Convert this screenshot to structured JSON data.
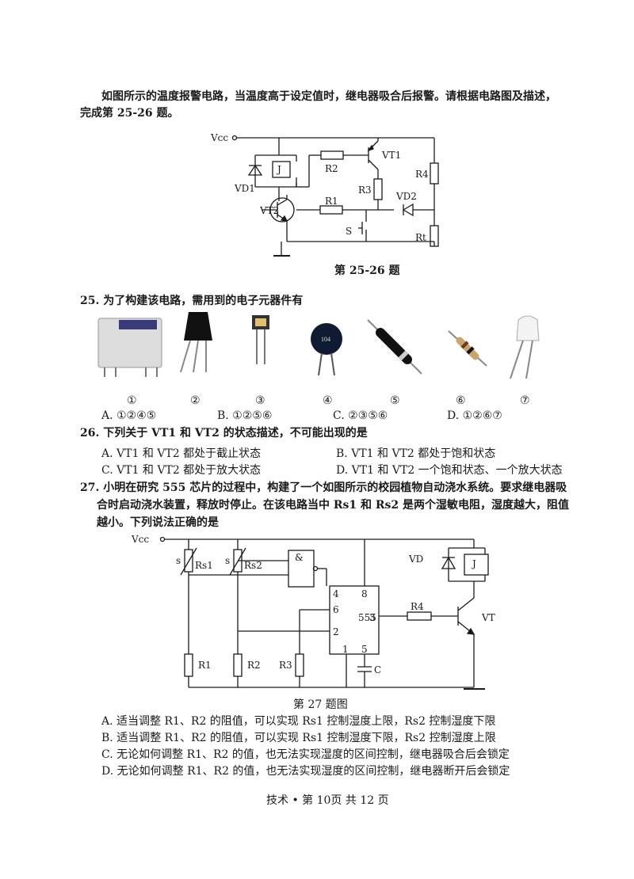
{
  "intro": {
    "line1": "如图所示的温度报警电路，当温度高于设定值时，继电器吸合后报警。请根据电路图及描述，",
    "line2": "完成第 25-26 题。"
  },
  "fig1": {
    "caption": "第 25-26 题",
    "labels": {
      "vcc": "Vcc",
      "vt1": "VT1",
      "vt2": "VT2",
      "vd1": "VD1",
      "vd2": "VD2",
      "r1": "R1",
      "r2": "R2",
      "r3": "R3",
      "r4": "R4",
      "rt": "Rt",
      "s": "S",
      "j": "J"
    }
  },
  "q25": {
    "stem": "25. 为了构建该电路，需用到的电子元器件有",
    "components": [
      "relay-icon",
      "transistor-icon",
      "thermistor-icon",
      "ceramic-capacitor-icon",
      "diode-icon",
      "resistor-icon",
      "led-icon"
    ],
    "markers": [
      "①",
      "②",
      "③",
      "④",
      "⑤",
      "⑥",
      "⑦"
    ],
    "options": [
      "A. ①②④⑤",
      "B. ①②⑤⑥",
      "C. ②③⑤⑥",
      "D. ①②⑥⑦"
    ]
  },
  "q26": {
    "stem": "26. 下列关于 VT1 和 VT2 的状态描述，不可能出现的是",
    "options": [
      "A.   VT1 和 VT2 都处于截止状态",
      "B.   VT1 和 VT2 都处于饱和状态",
      "C.   VT1 和 VT2 都处于放大状态",
      "D.   VT1 和 VT2 一个饱和状态、一个放大状态"
    ]
  },
  "q27": {
    "stem_line1": "27. 小明在研究 555 芯片的过程中，构建了一个如图所示的校园植物自动浇水系统。要求继电器吸",
    "stem_line2": "合时启动浇水装置，释放时停止。在该电路当中 Rs1 和 Rs2 是两个湿敏电阻，湿度越大，阻值",
    "stem_line3": "越小。下列说法正确的是",
    "options": [
      "A. 适当调整 R1、R2 的阻值，可以实现 Rs1 控制湿度上限，Rs2 控制湿度下限",
      "B. 适当调整 R1、R2 的阻值，可以实现 Rs1 控制湿度下限，Rs2 控制湿度上限",
      "C. 无论如何调整 R1、R2 的值，也无法实现湿度的区间控制，继电器吸合后会锁定",
      "D. 无论如何调整 R1、R2 的值，也无法实现湿度的区间控制，继电器断开后会锁定"
    ]
  },
  "fig2": {
    "caption": "第 27 题图",
    "labels": {
      "vcc": "Vcc",
      "rs1": "Rs1",
      "rs2": "Rs2",
      "s1": "s",
      "s2": "s",
      "and": "&",
      "chip": "555",
      "p4": "4",
      "p8": "8",
      "p6": "6",
      "p2": "2",
      "p3": "3",
      "p1": "1",
      "p5": "5",
      "r1": "R1",
      "r2": "R2",
      "r3": "R3",
      "r4": "R4",
      "c": "C",
      "vd": "VD",
      "j": "J",
      "vt": "VT"
    }
  },
  "footer": {
    "text": "技术 • 第 10页  共 12 页"
  }
}
